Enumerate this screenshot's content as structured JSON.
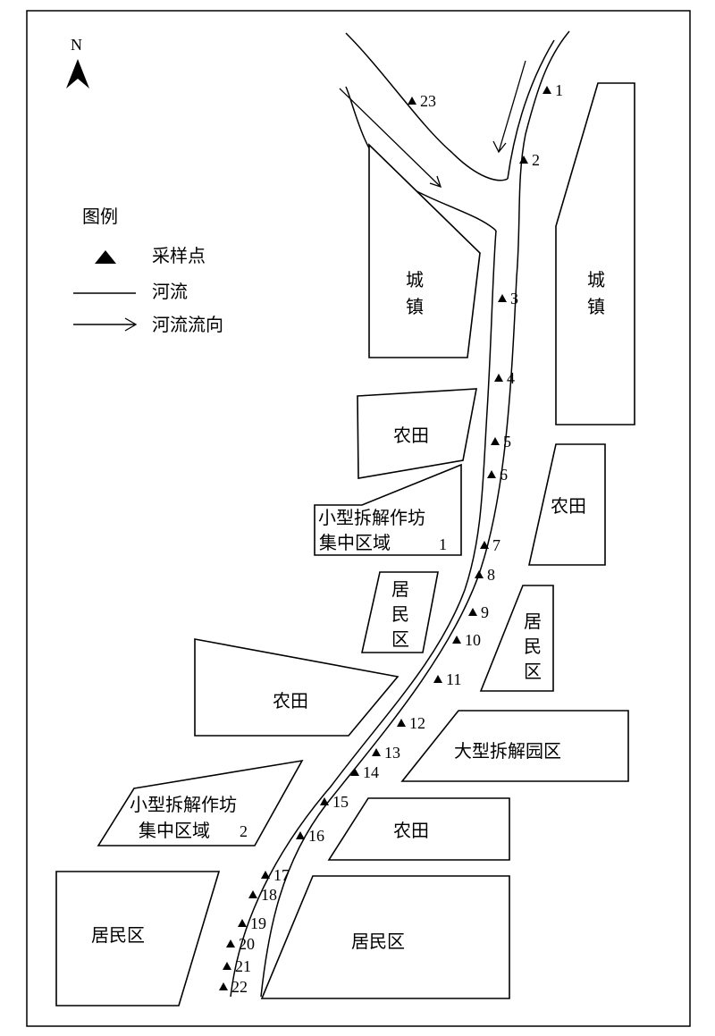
{
  "north": {
    "label": "N",
    "icon": "north-arrow-icon"
  },
  "legend": {
    "title": "图例",
    "items": [
      {
        "icon": "triangle-marker-icon",
        "label": "采样点"
      },
      {
        "icon": "river-line-icon",
        "label": "河流"
      },
      {
        "icon": "flow-arrow-icon",
        "label": "河流流向"
      }
    ]
  },
  "regions": {
    "town_left": [
      "城",
      "镇"
    ],
    "town_right": [
      "城",
      "镇"
    ],
    "farm_1": "农田",
    "farm_2": "农田",
    "workshop_1": {
      "line1": "小型拆解作坊",
      "line2": "集中区域",
      "num": "1"
    },
    "residential_1": [
      "居",
      "民",
      "区"
    ],
    "residential_2": [
      "居",
      "民",
      "区"
    ],
    "farm_3": "农田",
    "industrial_park": "大型拆解园区",
    "workshop_2": {
      "line1": "小型拆解作坊",
      "line2": "集中区域",
      "num": "2"
    },
    "farm_4": "农田",
    "residential_3": "居民区",
    "residential_4": "居民区"
  },
  "sample_sites": [
    "1",
    "2",
    "3",
    "4",
    "5",
    "6",
    "7",
    "8",
    "9",
    "10",
    "11",
    "12",
    "13",
    "14",
    "15",
    "16",
    "17",
    "18",
    "19",
    "20",
    "21",
    "22",
    "23"
  ]
}
